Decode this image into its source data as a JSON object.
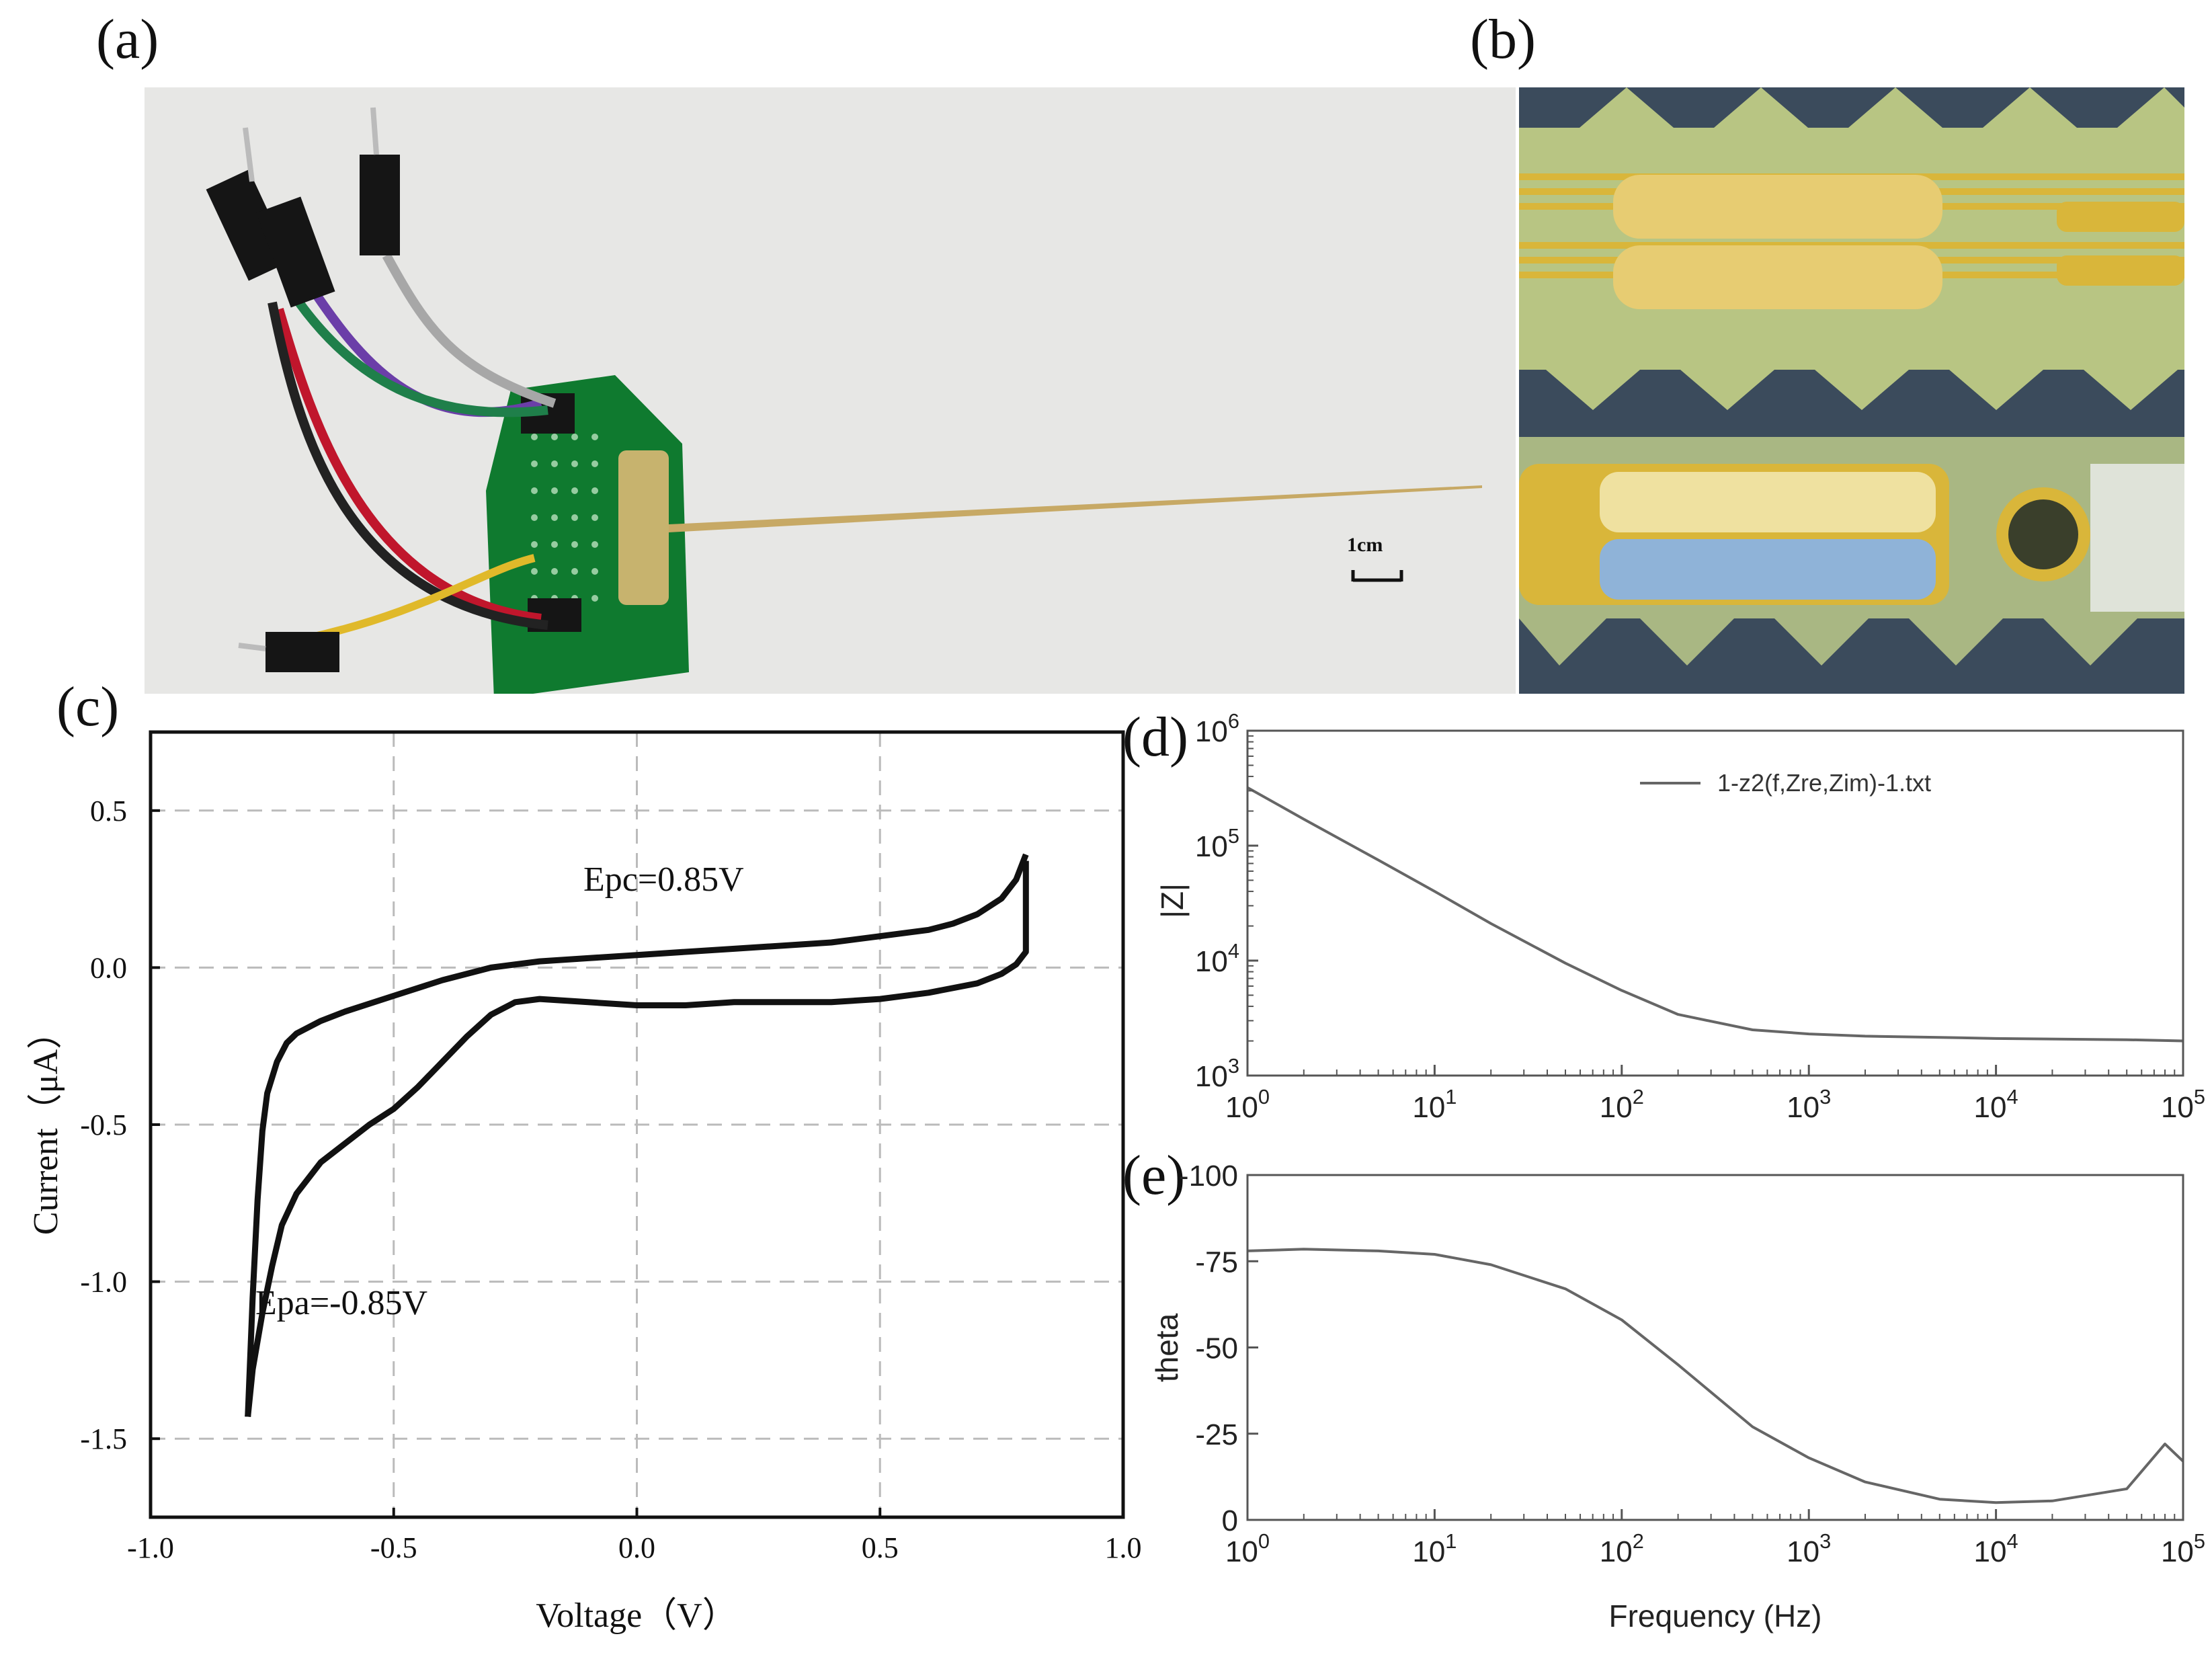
{
  "panels": {
    "a": {
      "label": "(a)",
      "scale_bar_label": "1cm"
    },
    "b": {
      "label": "(b)"
    },
    "c": {
      "label": "(c)"
    },
    "d": {
      "label": "(d)"
    },
    "e": {
      "label": "(e)"
    }
  },
  "chart_data": [
    {
      "id": "c",
      "type": "line",
      "xlabel": "Voltage（V）",
      "ylabel": "Current（μA）",
      "xlim": [
        -1.0,
        1.0
      ],
      "ylim": [
        -1.75,
        0.75
      ],
      "xticks": [
        -1.0,
        -0.5,
        0.0,
        0.5,
        1.0
      ],
      "xtick_labels": [
        "-1.0",
        "-0.5",
        "0.0",
        "0.5",
        "1.0"
      ],
      "yticks": [
        -1.5,
        -1.0,
        -0.5,
        0.0,
        0.5
      ],
      "ytick_labels": [
        "-1.5",
        "-1.0",
        "-0.5",
        "0.0",
        "0.5"
      ],
      "grid": true,
      "annotations": [
        {
          "text": "Epc=0.85V",
          "x": 0.1,
          "y": 0.27
        },
        {
          "text": "Epa=-0.85V",
          "x": -0.62,
          "y": -1.07
        }
      ],
      "series": [
        {
          "x": [
            -0.8,
            -0.79,
            -0.78,
            -0.77,
            -0.76,
            -0.74,
            -0.72,
            -0.7,
            -0.65,
            -0.6,
            -0.5,
            -0.4,
            -0.3,
            -0.2,
            -0.1,
            0.0,
            0.1,
            0.2,
            0.3,
            0.4,
            0.5,
            0.6,
            0.65,
            0.7,
            0.75,
            0.78,
            0.8
          ],
          "y": [
            -1.43,
            -1.05,
            -0.74,
            -0.52,
            -0.4,
            -0.3,
            -0.24,
            -0.21,
            -0.17,
            -0.14,
            -0.09,
            -0.04,
            0.0,
            0.02,
            0.03,
            0.04,
            0.05,
            0.06,
            0.07,
            0.08,
            0.1,
            0.12,
            0.14,
            0.17,
            0.22,
            0.28,
            0.36
          ]
        },
        {
          "x": [
            0.8,
            0.8,
            0.78,
            0.75,
            0.7,
            0.6,
            0.5,
            0.4,
            0.3,
            0.2,
            0.1,
            0.0,
            -0.1,
            -0.2,
            -0.25,
            -0.3,
            -0.35,
            -0.4,
            -0.45,
            -0.5,
            -0.55,
            -0.6,
            -0.65,
            -0.7,
            -0.73,
            -0.75,
            -0.77,
            -0.79,
            -0.8
          ],
          "y": [
            0.34,
            0.05,
            0.01,
            -0.02,
            -0.05,
            -0.08,
            -0.1,
            -0.11,
            -0.11,
            -0.11,
            -0.12,
            -0.12,
            -0.11,
            -0.1,
            -0.11,
            -0.15,
            -0.22,
            -0.3,
            -0.38,
            -0.45,
            -0.5,
            -0.56,
            -0.62,
            -0.72,
            -0.82,
            -0.95,
            -1.1,
            -1.28,
            -1.43
          ]
        }
      ]
    },
    {
      "id": "d",
      "type": "line",
      "xlabel": "",
      "ylabel": "|Z|",
      "x_scale": "log",
      "y_scale": "log",
      "xlim": [
        1,
        100000
      ],
      "ylim": [
        1000,
        1000000
      ],
      "xtick_labels": [
        "10^0",
        "10^1",
        "10^2",
        "10^3",
        "10^4",
        "10^5"
      ],
      "ytick_labels": [
        "10^3",
        "10^4",
        "10^5",
        "10^6"
      ],
      "legend_position": "top-right",
      "series": [
        {
          "name": "1-z2(f,Zre,Zim)-1.txt",
          "x": [
            1,
            2,
            5,
            10,
            20,
            50,
            100,
            200,
            500,
            1000,
            2000,
            5000,
            10000,
            50000,
            100000
          ],
          "y": [
            320000,
            170000,
            75000,
            40000,
            21000,
            9500,
            5500,
            3400,
            2500,
            2300,
            2200,
            2150,
            2100,
            2050,
            2000
          ]
        }
      ]
    },
    {
      "id": "e",
      "type": "line",
      "xlabel": "Frequency (Hz)",
      "ylabel": "theta",
      "x_scale": "log",
      "xlim": [
        1,
        100000
      ],
      "ylim": [
        0,
        -100
      ],
      "xtick_labels": [
        "10^0",
        "10^1",
        "10^2",
        "10^3",
        "10^4",
        "10^5"
      ],
      "yticks": [
        0,
        -25,
        -50,
        -75,
        -100
      ],
      "ytick_labels": [
        "0",
        "-25",
        "-50",
        "-75",
        "-100"
      ],
      "series": [
        {
          "x": [
            1,
            2,
            5,
            10,
            20,
            50,
            100,
            200,
            500,
            1000,
            2000,
            5000,
            10000,
            20000,
            50000,
            80000,
            100000
          ],
          "y": [
            -78,
            -78.5,
            -78,
            -77,
            -74,
            -67,
            -58,
            -45,
            -27,
            -18,
            -11,
            -6,
            -5,
            -5.5,
            -9,
            -22,
            -17
          ]
        }
      ]
    }
  ]
}
